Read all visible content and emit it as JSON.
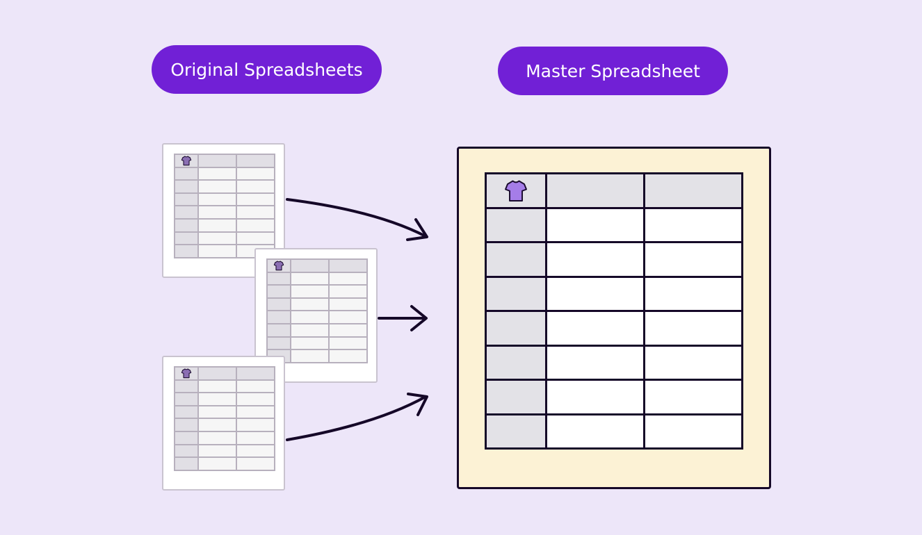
{
  "labels": {
    "original": "Original Spreadsheets",
    "master": "Master Spreadsheet"
  },
  "icons": {
    "header_icon": "tshirt-icon"
  },
  "colors": {
    "background": "#ede6f9",
    "pill": "#7120d6",
    "master_fill": "#fcf2d5",
    "master_border": "#150828",
    "tshirt_small": "#8b6fb3",
    "tshirt_large": "#a57de8"
  },
  "sheets": {
    "original_count": 3,
    "original_rows": 8,
    "original_columns": 3,
    "master_rows": 8,
    "master_columns": 3
  }
}
